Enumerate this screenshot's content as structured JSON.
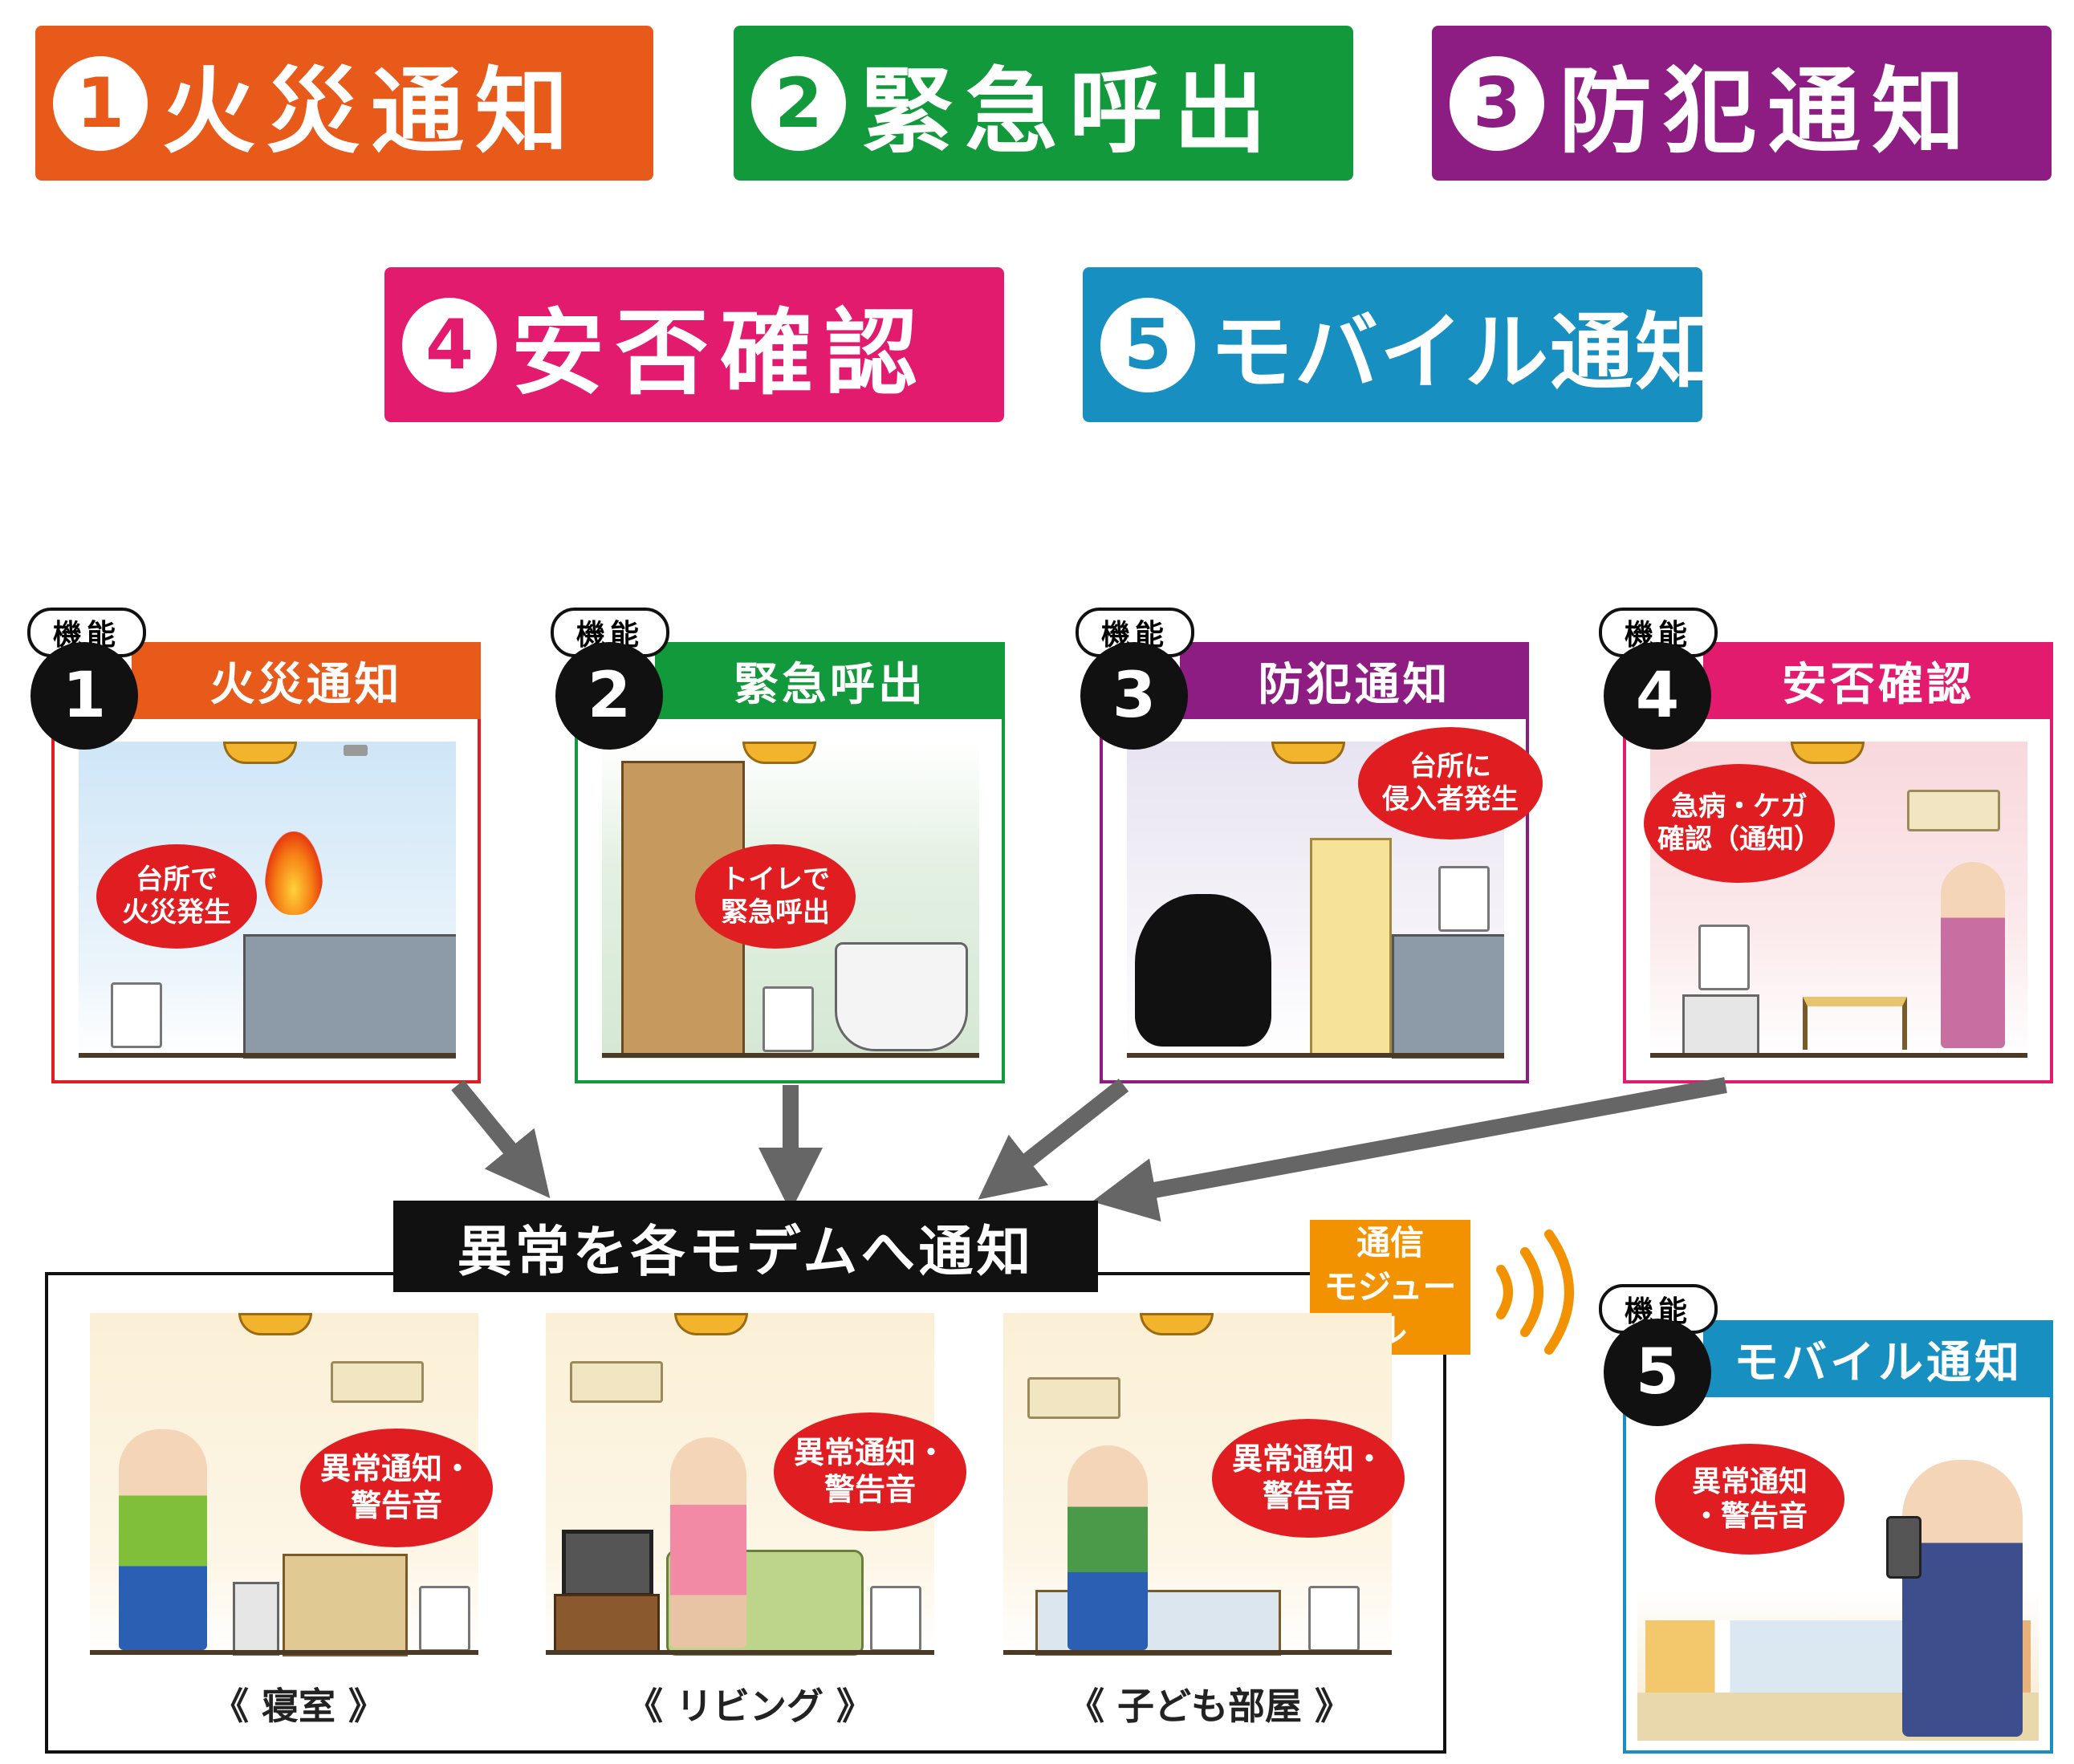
{
  "top_badges": [
    {
      "num": "1",
      "label": "火災通知",
      "color": "#e85a1a"
    },
    {
      "num": "2",
      "label": "緊急呼出",
      "color": "#12993b"
    },
    {
      "num": "3",
      "label": "防犯通知",
      "color": "#8e1d83"
    },
    {
      "num": "4",
      "label": "安否確認",
      "color": "#e21b6f"
    },
    {
      "num": "5",
      "label": "モバイル通知",
      "color": "#1790c1"
    }
  ],
  "function_tag": "機能",
  "panels": [
    {
      "num": "1",
      "title": "火災通知",
      "color": "#e85a1a",
      "border": "#e01e22",
      "bubble": "台所で\n火災発生"
    },
    {
      "num": "2",
      "title": "緊急呼出",
      "color": "#12993b",
      "border": "#12993b",
      "bubble": "トイレで\n緊急呼出"
    },
    {
      "num": "3",
      "title": "防犯通知",
      "color": "#8e1d83",
      "border": "#8e1d83",
      "bubble": "台所に\n侵入者発生"
    },
    {
      "num": "4",
      "title": "安否確認",
      "color": "#e21b6f",
      "border": "#e21b6f",
      "bubble": "急病・ケガ\n確認（通知）"
    }
  ],
  "notify_banner": "異常を各モデムへ通知",
  "comm_module": "通信\nモジュール",
  "rooms": [
    {
      "bubble": "異常通知・\n警告音",
      "label": "《 寝室 》"
    },
    {
      "bubble": "異常通知・\n警告音",
      "label": "《 リビング 》"
    },
    {
      "bubble": "異常通知・\n警告音",
      "label": "《 子ども部屋 》"
    }
  ],
  "mobile_panel": {
    "num": "5",
    "title": "モバイル通知",
    "color": "#1790c1",
    "bubble": "異常通知\n・警告音"
  },
  "colors": {
    "alert_red": "#e01e22",
    "module_orange": "#f39200",
    "arrow_gray": "#666666"
  }
}
